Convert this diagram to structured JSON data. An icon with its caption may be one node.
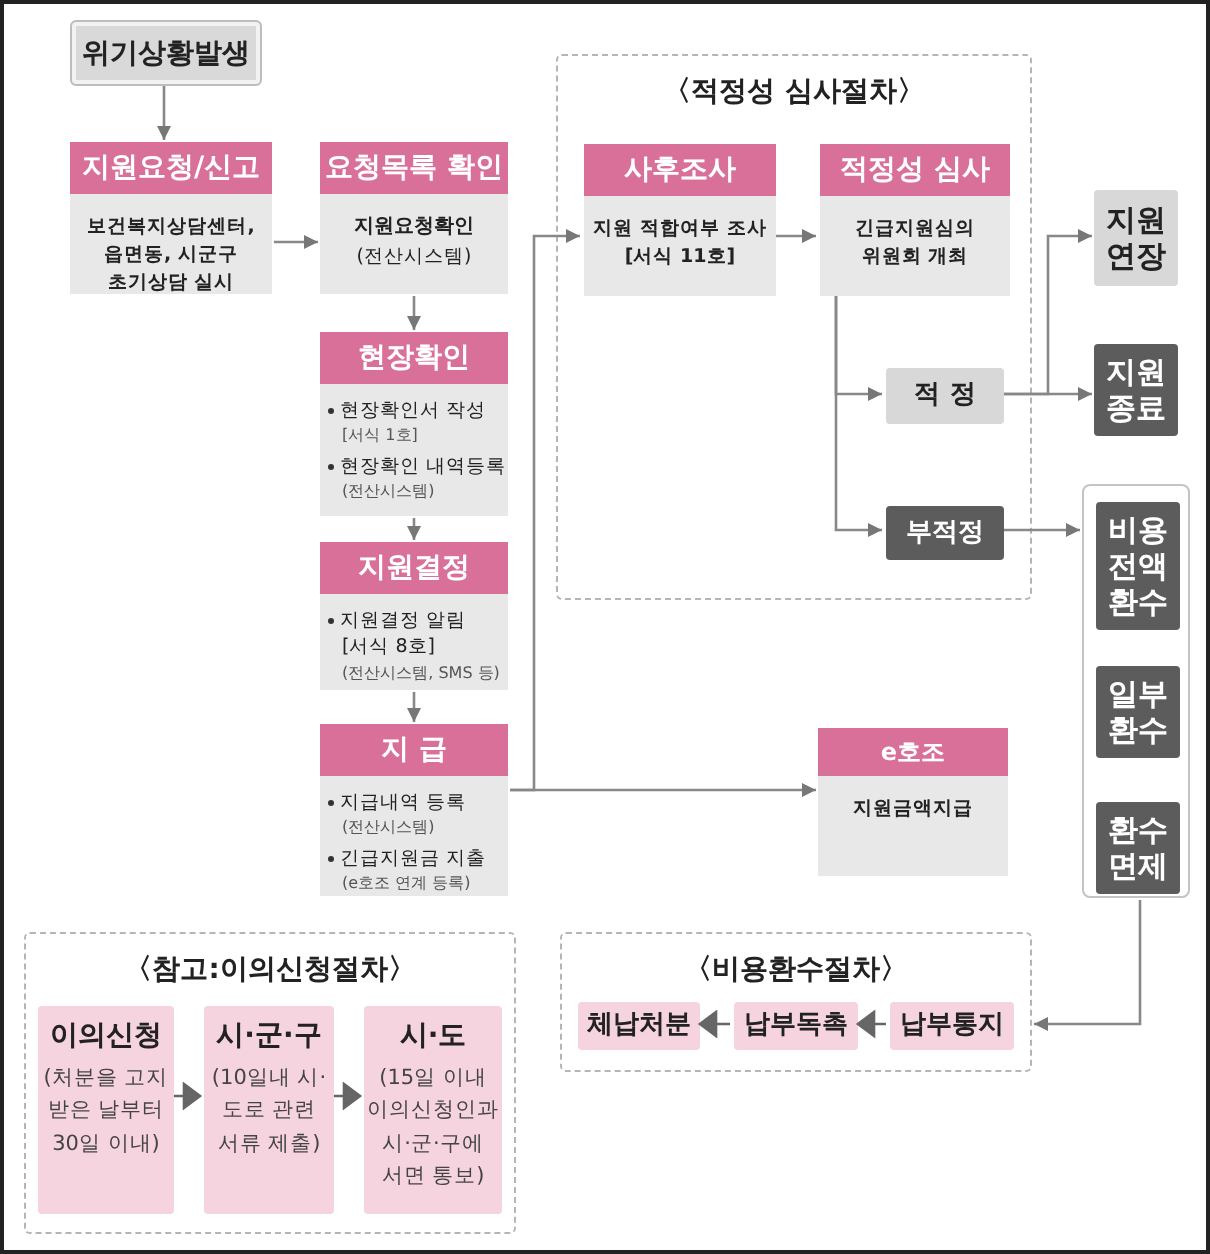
{
  "diagram": {
    "nodes": [
      {
        "text": [
          "위기상황발생"
        ]
      },
      {
        "text": [
          "지원요청/신고",
          "보건복지상담센터, 읍면동, 시군구 초기상담 실시"
        ]
      },
      {
        "text": [
          "요청목록 확인",
          "지원요청확인",
          "(전산시스템)"
        ]
      },
      {
        "text": [
          "현장확인",
          "현장확인서 작성",
          "[서식 1호]",
          "현장확인 내역등록",
          "(전산시스템)"
        ]
      },
      {
        "text": [
          "지원결정",
          "지원결정 알림",
          "[서식 8호]",
          "(전산시스템, SMS 등)"
        ]
      },
      {
        "text": [
          "지 급",
          "지급내역 등록",
          "(전산시스템)",
          "긴급지원금 지출",
          "(e호조 연계 등록)"
        ]
      },
      {
        "text": [
          "〈적정성 심사절차〉"
        ]
      },
      {
        "text": [
          "사후조사",
          "지원 적합여부 조사",
          "[서식 11호]"
        ],
        "in": 6
      },
      {
        "text": [
          "적정성 심사",
          "긴급지원심의 위원회 개최"
        ],
        "in": 6
      },
      {
        "text": [
          "적 정"
        ],
        "in": 6
      },
      {
        "text": [
          "부적정"
        ],
        "in": 6
      },
      {
        "text": [
          "지원 연장"
        ]
      },
      {
        "text": [
          "지원 종료"
        ]
      },
      {
        "text": [],
        "shape": "box"
      },
      {
        "text": [
          "비용 전액 환수"
        ],
        "in": 13
      },
      {
        "text": [
          "일부 환수"
        ],
        "in": 13
      },
      {
        "text": [
          "환수 면제"
        ],
        "in": 13
      },
      {
        "text": [
          "e호조",
          "지원금액지급"
        ]
      },
      {
        "text": [
          "〈비용환수절차〉"
        ]
      },
      {
        "text": [
          "체납처분"
        ],
        "in": 18
      },
      {
        "text": [
          "납부독촉"
        ],
        "in": 18
      },
      {
        "text": [
          "납부통지"
        ],
        "in": 18
      },
      {
        "text": [
          "〈참고:이의신청절차〉"
        ]
      },
      {
        "text": [
          "이의신청",
          "(처분을 고지 받은 날부터 30일 이내)"
        ],
        "in": 22
      },
      {
        "text": [
          "시·군·구",
          "(10일내 시·도로 관련 서류 제출)"
        ],
        "in": 22
      },
      {
        "text": [
          "시·도",
          "(15일 이내 이의신청인과 시·군·구에 서면 통보)"
        ],
        "in": 22
      }
    ],
    "edges": [
      {
        "from": 0,
        "to": 1,
        "arrow": "to"
      },
      {
        "from": 1,
        "to": 2,
        "arrow": "to"
      },
      {
        "from": 2,
        "to": 3,
        "arrow": "to"
      },
      {
        "from": 3,
        "to": 4,
        "arrow": "to"
      },
      {
        "from": 4,
        "to": 5,
        "arrow": "to"
      },
      {
        "from": 5,
        "to": 7,
        "arrow": "to"
      },
      {
        "from": 5,
        "to": 17,
        "arrow": "to"
      },
      {
        "from": 7,
        "to": 8,
        "arrow": "to"
      },
      {
        "from": 8,
        "to": 9,
        "arrow": "to"
      },
      {
        "from": 8,
        "to": 10,
        "arrow": "to"
      },
      {
        "from": 9,
        "to": 11,
        "arrow": "to"
      },
      {
        "from": 9,
        "to": 12,
        "arrow": "to"
      },
      {
        "from": 10,
        "to": 13,
        "arrow": "to"
      },
      {
        "from": 13,
        "to": 18,
        "arrow": "to"
      },
      {
        "from": 21,
        "to": 20,
        "arrow": "to"
      },
      {
        "from": 20,
        "to": 19,
        "arrow": "to"
      },
      {
        "from": 23,
        "to": 24,
        "arrow": "to"
      },
      {
        "from": 24,
        "to": 25,
        "arrow": "to"
      }
    ]
  }
}
